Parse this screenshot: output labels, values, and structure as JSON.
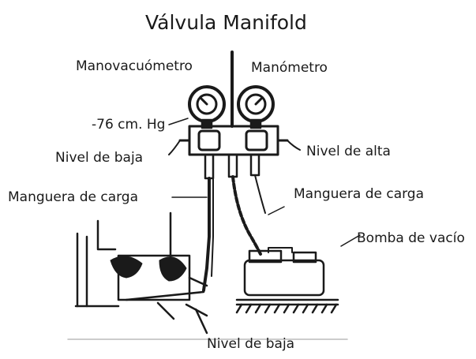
{
  "title": "Válvula Manifold",
  "labels": {
    "manovacuometro": "Manovacuómetro",
    "manometro": "Manómetro",
    "vacio_reading": "-76 cm. Hg",
    "nivel_baja": "Nivel de baja",
    "nivel_alta": "Nivel de alta",
    "manguera_carga_left": "Manguera de carga",
    "manguera_carga_right": "Manguera de carga",
    "bomba_vacio": "Bomba de vacío",
    "nivel_baja_bottom": "Nivel de baja"
  },
  "colors": {
    "ink": "#1a1a1a",
    "background": "#ffffff"
  }
}
